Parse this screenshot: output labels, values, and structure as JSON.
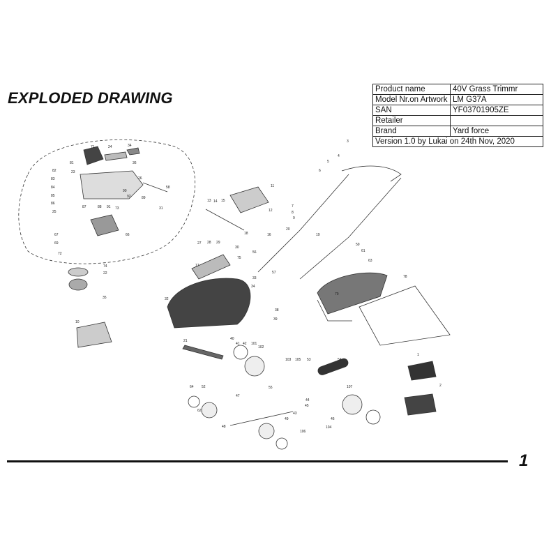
{
  "document": {
    "title": "EXPLODED DRAWING",
    "page_number": "1"
  },
  "spec_table": {
    "rows": [
      {
        "label": "Product name",
        "value": "40V Grass Trimmr"
      },
      {
        "label": "Model Nr.on Artwork",
        "value": "LM G37A"
      },
      {
        "label": "SAN",
        "value": "YF03701905ZE"
      },
      {
        "label": "Retailer",
        "value": ""
      },
      {
        "label": "Brand",
        "value": "Yard force"
      }
    ],
    "version": "Version 1.0 by Lukai on 24th Nov, 2020"
  },
  "part_labels": [
    "71",
    "24",
    "34",
    "36",
    "81",
    "23",
    "82",
    "83",
    "84",
    "85",
    "86",
    "25",
    "26",
    "58",
    "90",
    "31",
    "92",
    "89",
    "87",
    "88",
    "91",
    "73",
    "66",
    "67",
    "69",
    "72",
    "74",
    "22",
    "35",
    "10",
    "11",
    "12",
    "13",
    "14",
    "15",
    "16",
    "18",
    "17",
    "27",
    "28",
    "29",
    "30",
    "75",
    "33",
    "34",
    "21",
    "32",
    "38",
    "39",
    "40",
    "41",
    "42",
    "101",
    "102",
    "103",
    "105",
    "53",
    "54",
    "64",
    "52",
    "62",
    "55",
    "47",
    "48",
    "49",
    "43",
    "44",
    "45",
    "46",
    "104",
    "106",
    "107",
    "1",
    "2",
    "3",
    "4",
    "5",
    "6",
    "7",
    "8",
    "9",
    "19",
    "20",
    "56",
    "57",
    "59",
    "61",
    "63",
    "78",
    "79"
  ]
}
